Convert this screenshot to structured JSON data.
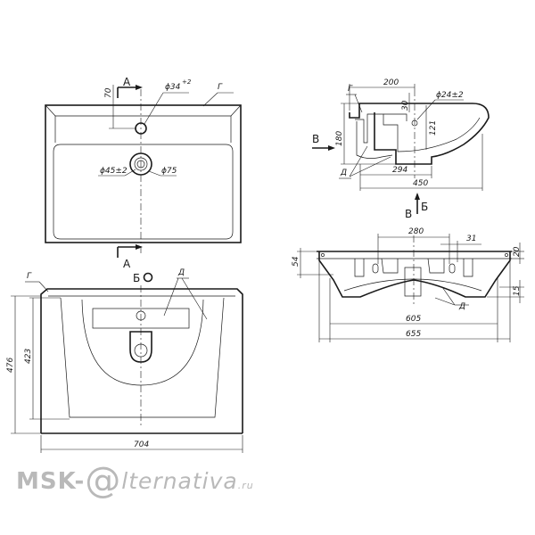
{
  "labels": {
    "section_a_top": "А",
    "section_a_bottom": "А",
    "dim_70": "70",
    "dim_phi34": "ϕ34",
    "dim_phi34_sup": "+2",
    "mark_g_top": "Г",
    "dim_phi45": "ϕ45±2",
    "dim_phi75": "ϕ75",
    "view_b_symbol": "Б",
    "mark_g_front": "Г",
    "mark_d_front": "Д",
    "dim_476": "476",
    "dim_423": "423",
    "dim_704": "704",
    "dim_200": "200",
    "dim_30": "30",
    "dim_phi24": "ϕ24±2",
    "dim_121": "121",
    "dim_180": "180",
    "dim_294": "294",
    "dim_450": "450",
    "mark_g_side": "Г",
    "mark_d_side": "Д",
    "view_v_side": "В",
    "view_v_bottom": "В",
    "view_b_bottom": "Б",
    "dim_280": "280",
    "dim_31": "31",
    "dim_54": "54",
    "dim_20": "20",
    "dim_15": "15",
    "dim_605": "605",
    "dim_655": "655",
    "mark_d_bottom": "Д"
  },
  "watermark": {
    "brand": "MSK-",
    "at": "@",
    "rest": "lternativa",
    "tld": ".ru"
  }
}
